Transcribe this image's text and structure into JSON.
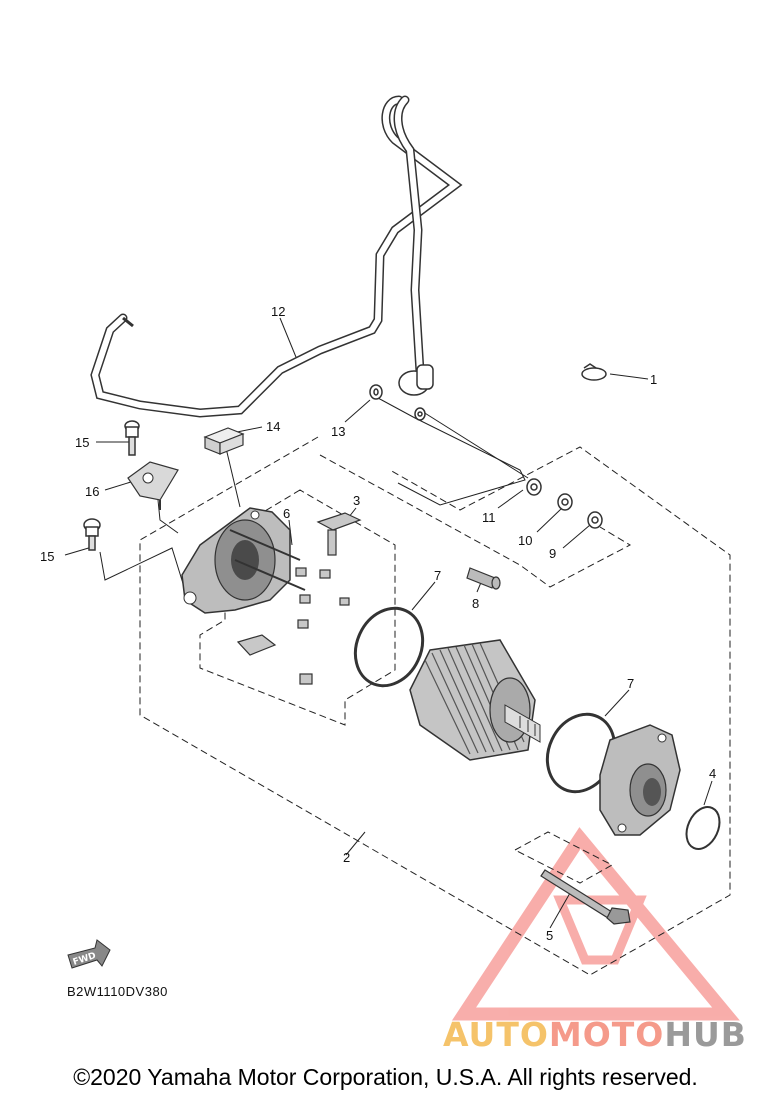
{
  "diagram_code": "B2W1110DV380",
  "copyright": "©2020 Yamaha Motor Corporation, U.S.A. All rights reserved.",
  "fwd_label": "FWD",
  "watermark": {
    "part1": "AUTO",
    "part2": "MOTO",
    "part3": "HUB",
    "color_auto": "#f5c36a",
    "color_moto": "#f59a8a",
    "color_hub": "#9a9a9a",
    "color_triangle": "#f36b66"
  },
  "callouts": [
    "1",
    "2",
    "3",
    "4",
    "5",
    "6",
    "7",
    "7",
    "8",
    "9",
    "10",
    "11",
    "12",
    "13",
    "14",
    "15",
    "15",
    "16"
  ]
}
